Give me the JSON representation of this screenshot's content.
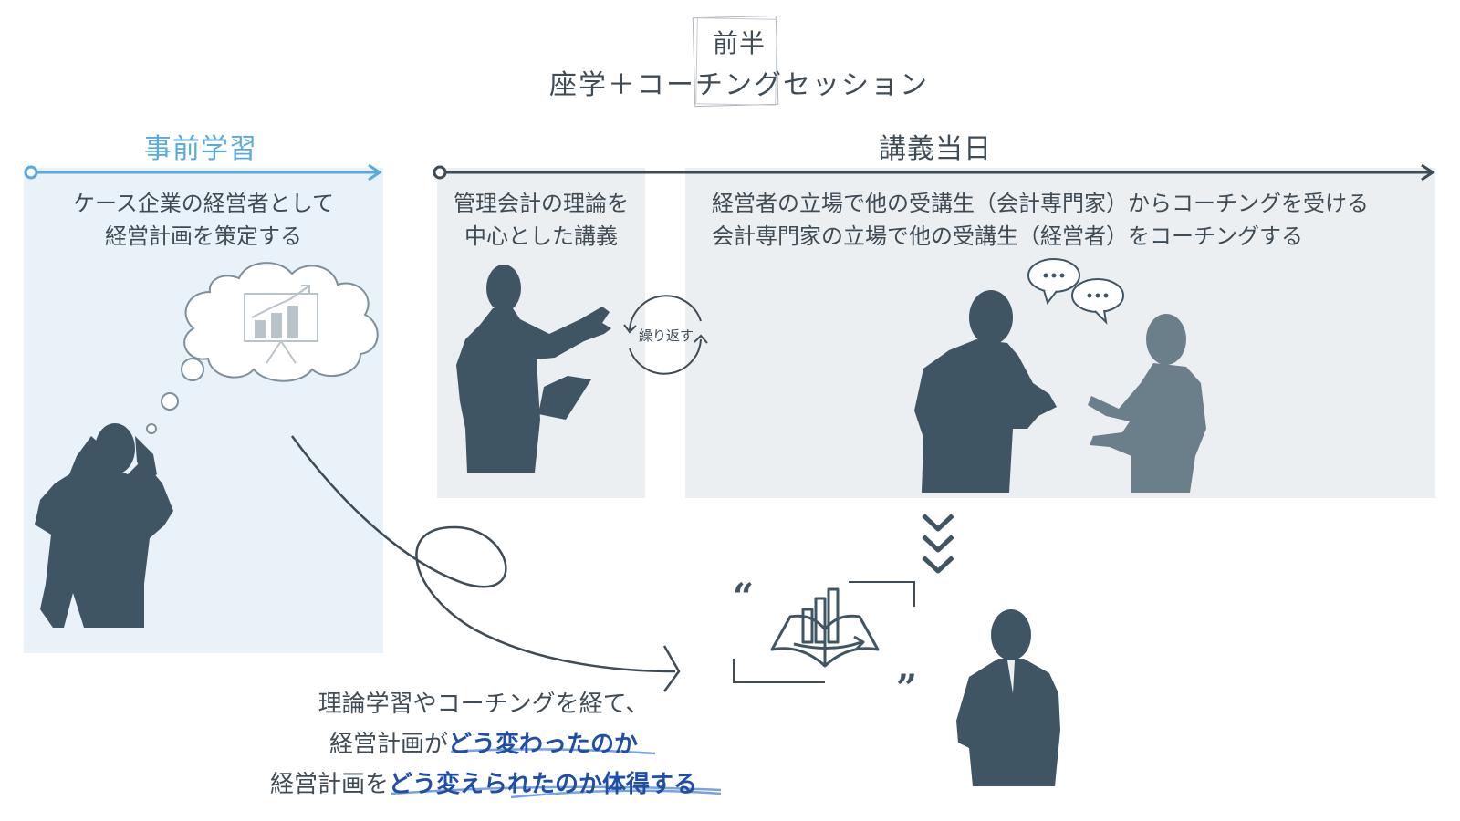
{
  "header": {
    "top": "前半",
    "main": "座学＋コーチングセッション"
  },
  "phases": {
    "pre": "事前学習",
    "day": "講義当日"
  },
  "panels": {
    "pre": {
      "line1": "ケース企業の経営者として",
      "line2": "経営計画を策定する"
    },
    "lecture": {
      "line1": "管理会計の理論を",
      "line2": "中心とした講義"
    },
    "coaching": {
      "line1": "経営者の立場で他の受講生（会計専門家）からコーチングを受ける",
      "line2": "会計専門家の立場で他の受講生（経営者）をコーチングする"
    }
  },
  "loop_label": "繰り返す",
  "conclusion": {
    "line1": "理論学習やコーチングを経て、",
    "line2_plain": "経営計画が",
    "line2_emph": "どう変わったのか",
    "line3_plain": "経営計画を",
    "line3_emph": "どう変えられたのか体得する"
  },
  "colors": {
    "pre_accent": "#5aa9dc",
    "pre_panel": "#eaf2f9",
    "panel": "#eceff1",
    "silhouette": "#405563",
    "silhouette_light": "#6b7f8b",
    "emphasis": "#1f4ea8"
  },
  "icons": [
    "thought-cloud-icon",
    "chart-board-icon",
    "speech-bubble-icon",
    "book-chart-icon",
    "quote-icon",
    "chevron-down-icon"
  ]
}
